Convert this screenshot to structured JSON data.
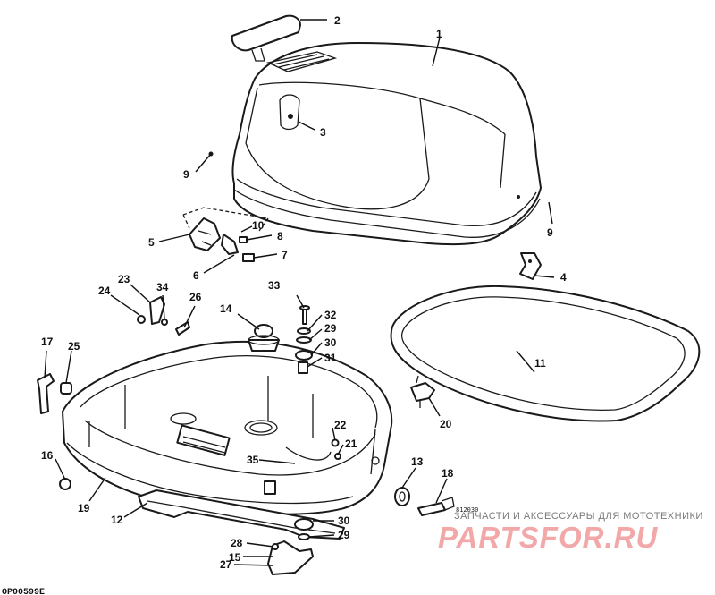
{
  "figure": {
    "drawing_code": "OP00599E",
    "date_code": "812030"
  },
  "callouts": [
    "1",
    "2",
    "3",
    "4",
    "5",
    "6",
    "7",
    "8",
    "9",
    "9",
    "10",
    "11",
    "12",
    "13",
    "14",
    "15",
    "16",
    "17",
    "18",
    "19",
    "20",
    "21",
    "22",
    "23",
    "24",
    "25",
    "26",
    "27",
    "28",
    "29",
    "29",
    "30",
    "30",
    "31",
    "32",
    "33",
    "34",
    "35"
  ],
  "watermark": {
    "tagline": "ЗАПЧАСТИ И АКСЕССУАРЫ ДЛЯ МОТОТЕХНИКИ",
    "brand": "PARTSFOR.RU"
  },
  "colors": {
    "line": "#1a1a1a",
    "watermark": "#f2a8a8"
  }
}
